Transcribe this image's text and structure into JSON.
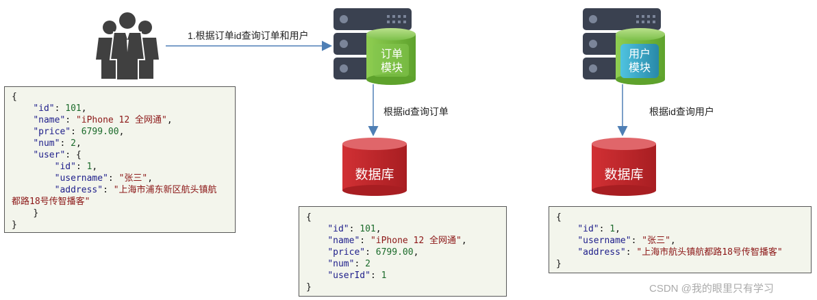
{
  "arrows": {
    "query_order_user": "1.根据订单id查询订单和用户",
    "query_order": "根据id查询订单",
    "query_user": "根据id查询用户"
  },
  "modules": {
    "order": [
      "订单",
      "模块"
    ],
    "user": [
      "用户",
      "模块"
    ]
  },
  "databases": {
    "order_db": "数据库",
    "user_db": "数据库"
  },
  "json_combined": {
    "open": "{",
    "id_key": "\"id\"",
    "id_val": "101",
    "name_key": "\"name\"",
    "name_val": "\"iPhone 12 全网通\"",
    "price_key": "\"price\"",
    "price_val": "6799.00",
    "num_key": "\"num\"",
    "num_val": "2",
    "user_key": "\"user\"",
    "user_open": "{",
    "uid_key": "\"id\"",
    "uid_val": "1",
    "uname_key": "\"username\"",
    "uname_val": "\"张三\"",
    "addr_key": "\"address\"",
    "addr_val_1": "\"上海市浦东新区航头镇航",
    "addr_val_2": "都路18号传智播客\"",
    "user_close": "}",
    "close": "}"
  },
  "json_order": {
    "open": "{",
    "id_key": "\"id\"",
    "id_val": "101",
    "name_key": "\"name\"",
    "name_val": "\"iPhone 12 全网通\"",
    "price_key": "\"price\"",
    "price_val": "6799.00",
    "num_key": "\"num\"",
    "num_val": "2",
    "userid_key": "\"userId\"",
    "userid_val": "1",
    "close": "}"
  },
  "json_user": {
    "open": "{",
    "id_key": "\"id\"",
    "id_val": "1",
    "uname_key": "\"username\"",
    "uname_val": "\"张三\"",
    "addr_key": "\"address\"",
    "addr_val": "\"上海市航头镇航都路18号传智播客\"",
    "close": "}"
  },
  "watermark": "CSDN @我的眼里只有学习",
  "colors": {
    "server": "#3a4150",
    "module_green": "#7cc04a",
    "module_teal": "#3aa8c6",
    "db_red": "#c0282c",
    "arrow": "#4f7fb5",
    "highlight": "#22dd22"
  }
}
